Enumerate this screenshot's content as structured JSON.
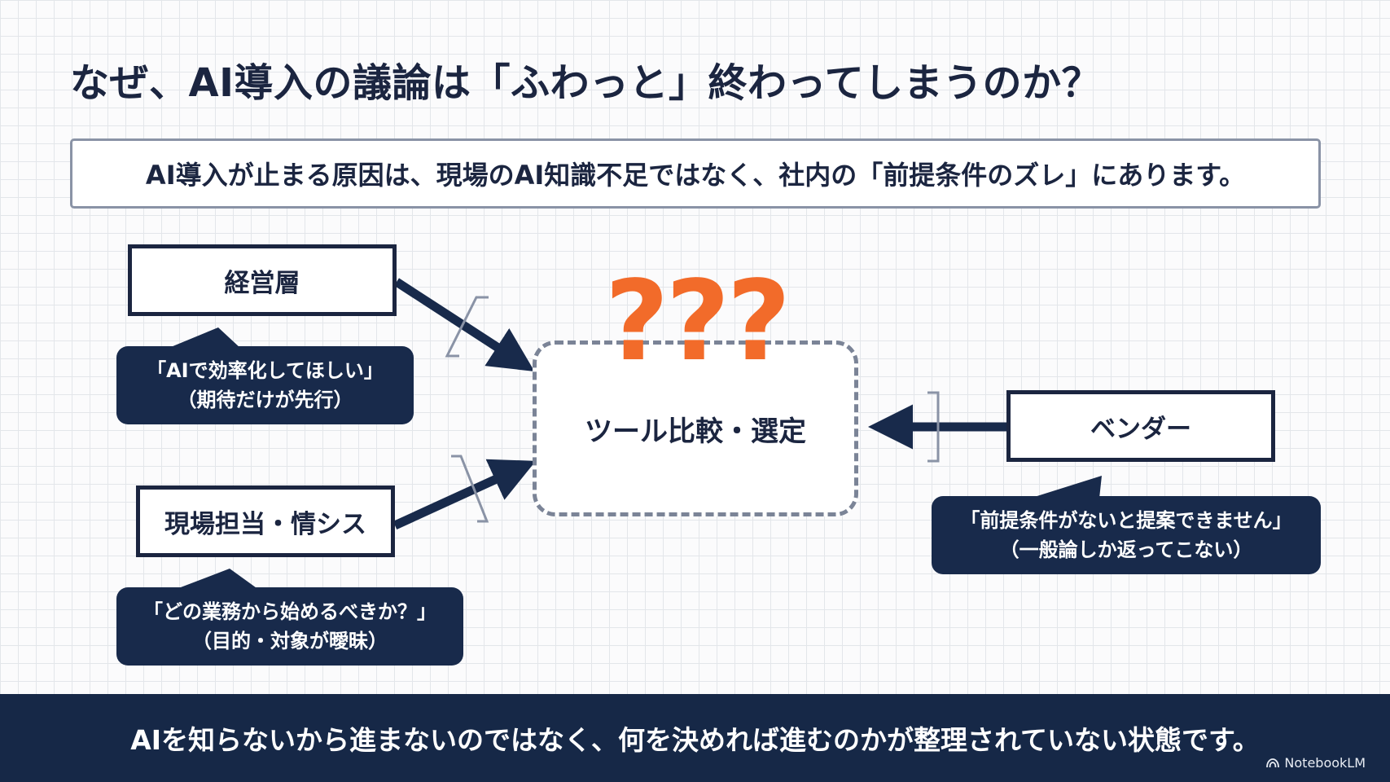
{
  "title": "なぜ、AI導入の議論は「ふわっと」終わってしまうのか？",
  "subtitle": "AI導入が止まる原因は、現場のAI知識不足ではなく、社内の「前提条件のズレ」にあります。",
  "stakeholders": {
    "management": {
      "label": "経営層",
      "quote": "「AIで効率化してほしい」",
      "note": "（期待だけが先行）"
    },
    "field": {
      "label": "現場担当・情シス",
      "quote": "「どの業務から始めるべきか？」",
      "note": "（目的・対象が曖昧）"
    },
    "vendor": {
      "label": "ベンダー",
      "quote": "「前提条件がないと提案できません」",
      "note": "（一般論しか返ってこない）"
    }
  },
  "center": {
    "label": "ツール比較・選定",
    "marks": "???"
  },
  "footer": "AIを知らないから進まないのではなく、何を決めれば進むのかが整理されていない状態です。",
  "watermark": "NotebookLM",
  "colors": {
    "navy": "#182a4b",
    "orange": "#f26b2a",
    "gray": "#7b8497"
  },
  "icons": {
    "watermark": "notebooklm-logo-icon"
  }
}
